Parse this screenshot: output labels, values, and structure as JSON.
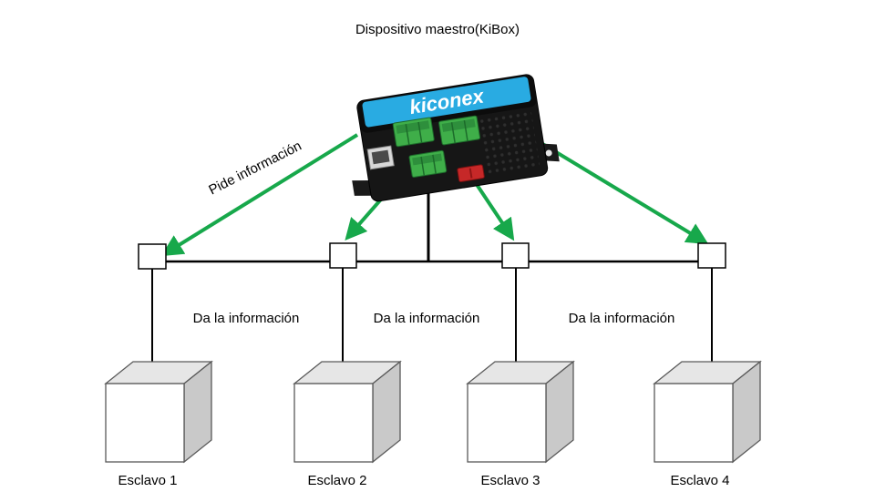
{
  "diagram": {
    "title": "Dispositivo maestro(KiBox)",
    "device_logo": "kiconex",
    "request_label": "Pide información",
    "response_labels": [
      "Da la información",
      "Da la información",
      "Da la información"
    ],
    "slave_labels": [
      "Esclavo 1",
      "Esclavo 2",
      "Esclavo 3",
      "Esclavo 4"
    ],
    "colors": {
      "arrow_green": "#17a84b",
      "logo_cyan": "#29abe2",
      "device_black": "#161616",
      "connector_green": "#3fae49",
      "switch_red": "#c62828",
      "line_black": "#000000",
      "cube_front": "#ffffff",
      "cube_top": "#e6e6e6",
      "cube_side": "#c9c9c9"
    }
  }
}
